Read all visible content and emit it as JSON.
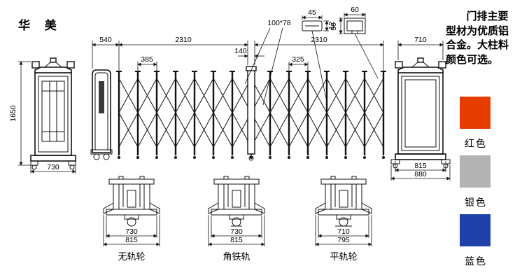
{
  "brand": "华 美",
  "note": {
    "lines": [
      "门排主要",
      "型材为优质铝",
      "合金。大柱料",
      "颜色可选。"
    ]
  },
  "colors": [
    {
      "name": "红色",
      "hex": "#e73c00"
    },
    {
      "name": "银色",
      "hex": "#b3b3b3"
    },
    {
      "name": "蓝色",
      "hex": "#1f41a8"
    }
  ],
  "dims": {
    "post_height": "1650",
    "left_post_width": "730",
    "folded": "540",
    "span_left": "2310",
    "unit_left": "385",
    "mid_post": "140",
    "span_right": "2310",
    "unit_right": "325",
    "profile_main": "100*78",
    "profile_a_w": "45",
    "profile_a_h": "12",
    "profile_b_w": "60",
    "profile_b_h": "50",
    "right_post_top": "710",
    "right_post_base": "815",
    "right_post_ground": "880"
  },
  "trolleys": [
    {
      "inner": "730",
      "outer": "815",
      "label": "无轨轮"
    },
    {
      "inner": "730",
      "outer": "815",
      "label": "角铁轨"
    },
    {
      "inner": "710",
      "outer": "795",
      "label": "平轨轮"
    }
  ]
}
